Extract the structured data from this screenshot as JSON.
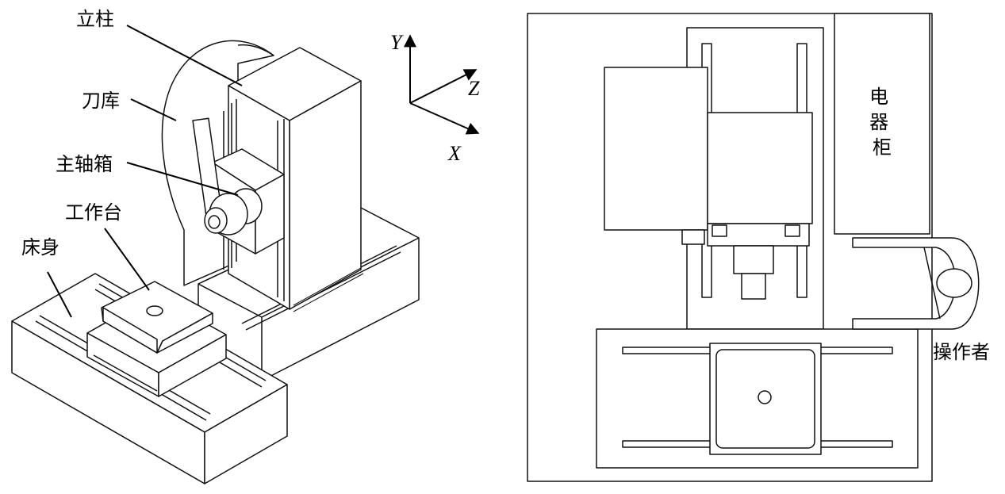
{
  "left_view": {
    "labels": {
      "column": "立柱",
      "tool_magazine": "刀库",
      "spindle_box": "主轴箱",
      "worktable": "工作台",
      "bed": "床身"
    },
    "axes": {
      "y": "Y",
      "z": "Z",
      "x": "X"
    }
  },
  "right_view": {
    "labels": {
      "electrical_cabinet": "电\n器\n柜",
      "operator": "操作者"
    }
  }
}
